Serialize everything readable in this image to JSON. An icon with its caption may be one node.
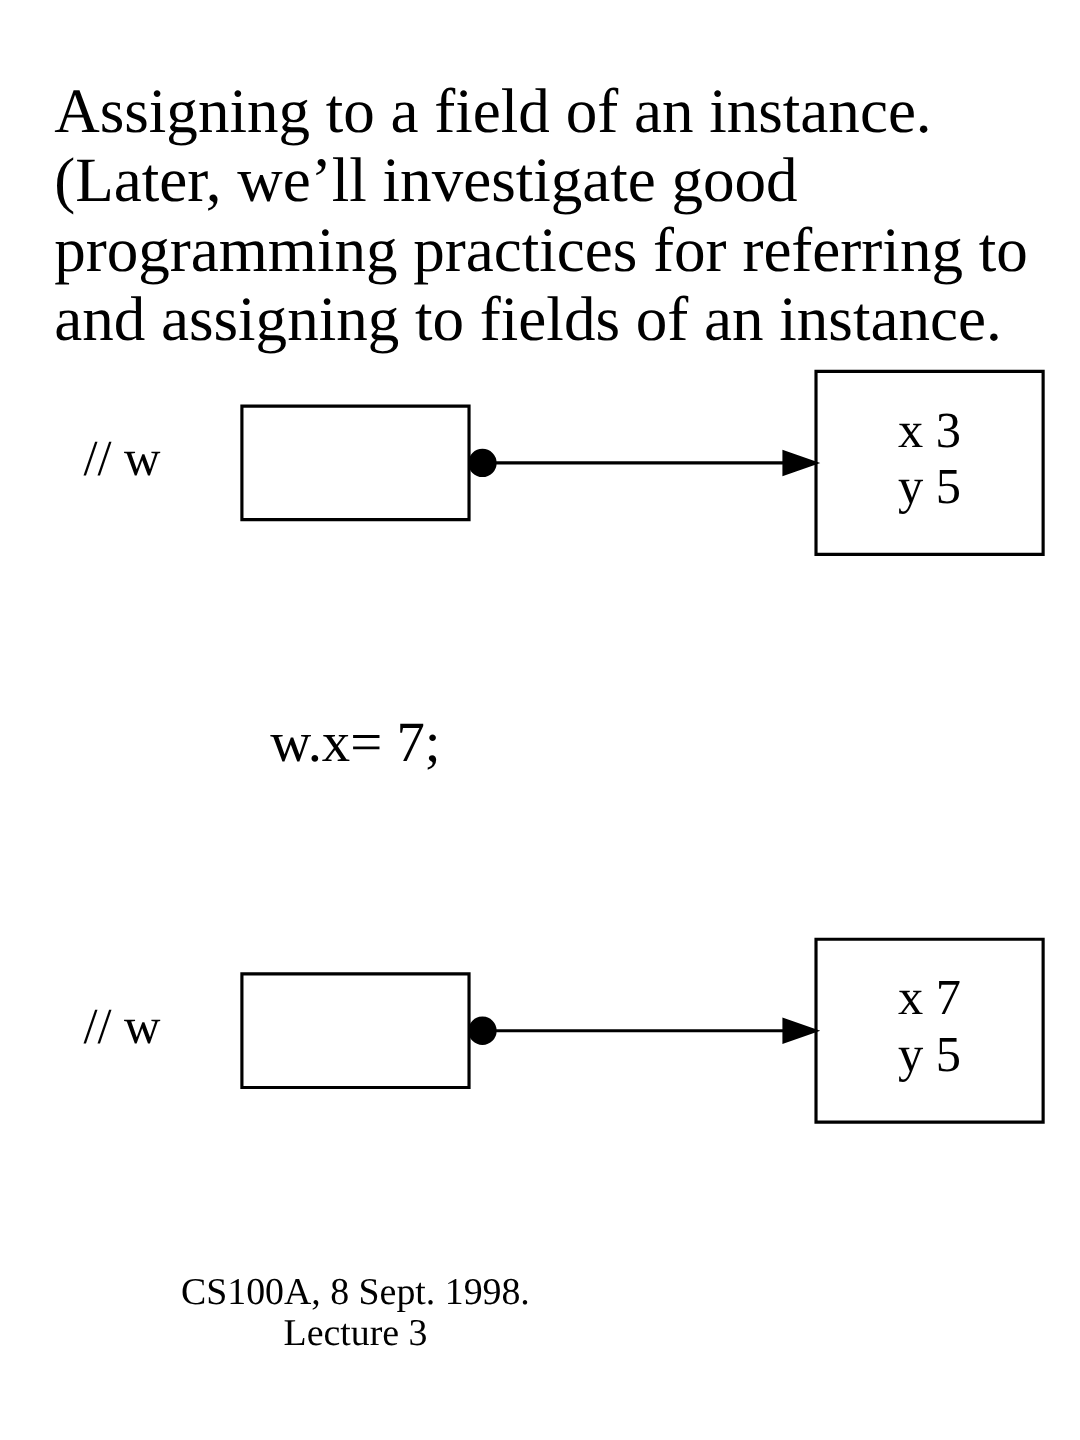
{
  "diagram": {
    "title": "Assigning to a field of an instance. (Later, we’ll investigate good programming practices for referring to and assigning to fields of an instance.",
    "nodes": [
      {
        "text": [],
        "shape": "box",
        "beside": [
          "// w"
        ]
      },
      {
        "text": [
          "x 3 y 5"
        ]
      },
      {
        "text": [],
        "shape": "box",
        "beside": [
          "// w"
        ]
      },
      {
        "text": [
          "x 7 y 5"
        ]
      }
    ],
    "edges": [
      {
        "from": 0,
        "to": 1,
        "arrow": "to"
      },
      {
        "from": 2,
        "to": 3,
        "arrow": "to"
      }
    ],
    "labels": [
      "w.x= 7;",
      "CS100A, 8 Sept. 1998. Lecture 3"
    ]
  }
}
